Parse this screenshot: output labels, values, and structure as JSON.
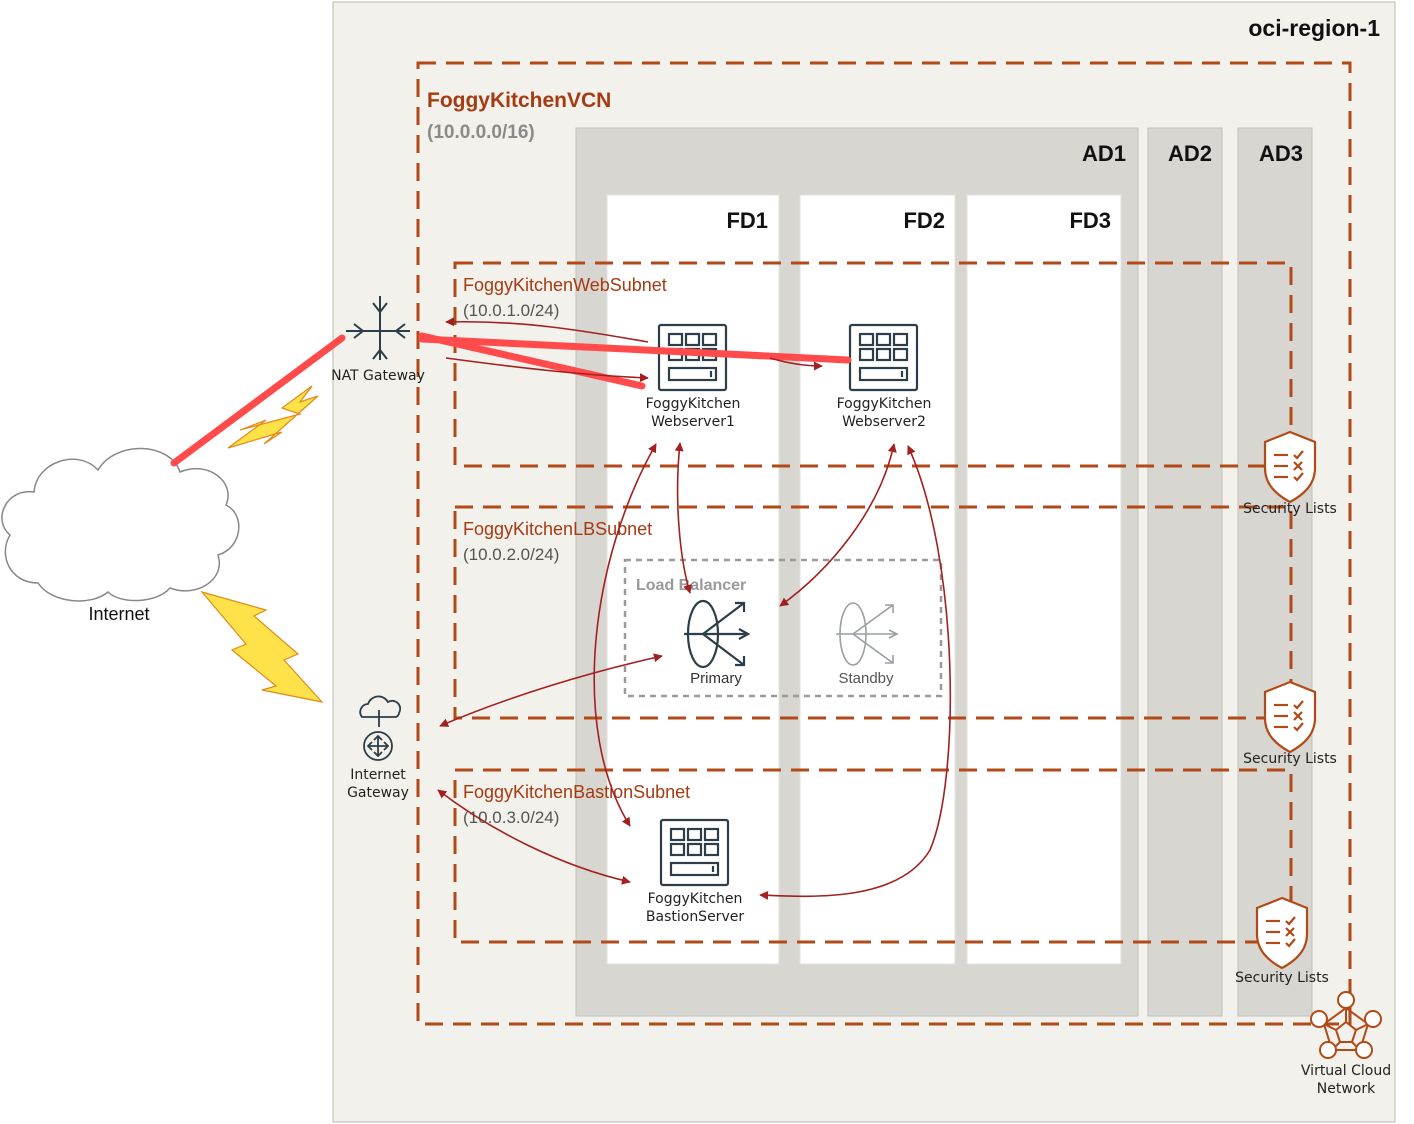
{
  "region": {
    "label": "oci-region-1"
  },
  "vcn": {
    "name": "FoggyKitchenVCN",
    "cidr": "(10.0.0.0/16)"
  },
  "availability_domains": [
    "AD1",
    "AD2",
    "AD3"
  ],
  "fault_domains": [
    "FD1",
    "FD2",
    "FD3"
  ],
  "subnets": [
    {
      "name": "FoggyKitchenWebSubnet",
      "cidr": "(10.0.1.0/24)"
    },
    {
      "name": "FoggyKitchenLBSubnet",
      "cidr": "(10.0.2.0/24)"
    },
    {
      "name": "FoggyKitchenBastionSubnet",
      "cidr": "(10.0.3.0/24)"
    }
  ],
  "gateways": {
    "nat": {
      "label": "NAT Gateway"
    },
    "internet": {
      "line1": "Internet",
      "line2": "Gateway"
    }
  },
  "servers": {
    "web1": {
      "line1": "FoggyKitchen",
      "line2": "Webserver1"
    },
    "web2": {
      "line1": "FoggyKitchen",
      "line2": "Webserver2"
    },
    "bastion": {
      "line1": "FoggyKitchen",
      "line2": "BastionServer"
    }
  },
  "load_balancer": {
    "label": "Load Balancer",
    "primary": "Primary",
    "standby": "Standby"
  },
  "security_lists": {
    "label": "Security Lists"
  },
  "internet": {
    "label": "Internet"
  },
  "vcn_icon": {
    "line1": "Virtual Cloud",
    "line2": "Network"
  },
  "colors": {
    "dashed_border": "#b24a17",
    "arrow": "#a32020",
    "nat_traffic": "#ff4b4b",
    "lightning": "#ffe14a",
    "icon": "#2d3e48",
    "security_icon": "#b24a17"
  }
}
